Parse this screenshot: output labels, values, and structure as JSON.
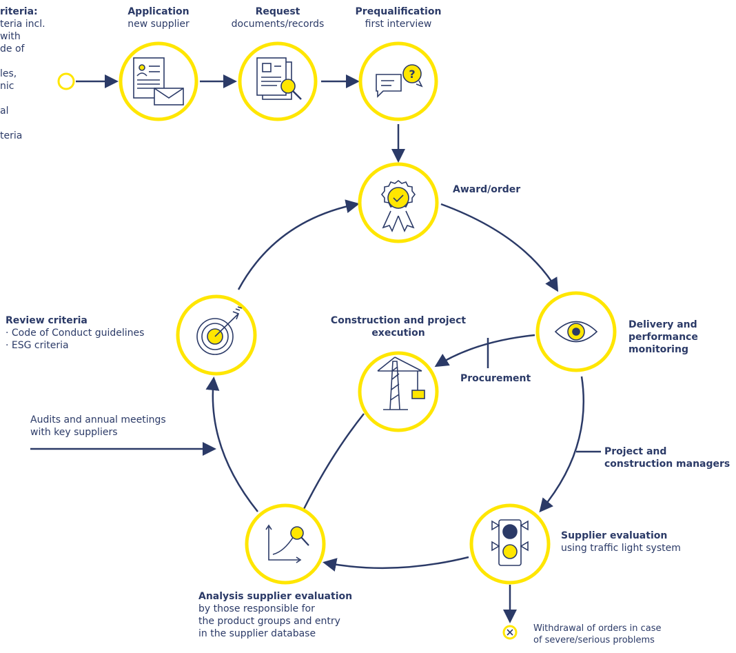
{
  "top": {
    "criteria_title": "riteria:",
    "criteria_lines": [
      "teria incl.",
      "with",
      "de of",
      "les,",
      "nic",
      "al",
      "teria"
    ],
    "application": {
      "title": "Application",
      "sub": "new supplier"
    },
    "request": {
      "title": "Request",
      "sub": "documents/records"
    },
    "prequalification": {
      "title": "Prequalification",
      "sub": "first interview"
    }
  },
  "cycle": {
    "award": "Award/order",
    "delivery": [
      "Delivery and",
      "performance",
      "monitoring"
    ],
    "construction": [
      "Construction and project",
      "execution"
    ],
    "procurement": "Procurement",
    "project_managers": [
      "Project and",
      "construction managers"
    ],
    "supplier_eval": {
      "title": "Supplier evaluation",
      "sub": "using traffic light system"
    },
    "withdrawal": [
      "Withdrawal of orders in case",
      "of severe/serious problems"
    ],
    "analysis": {
      "title": "Analysis supplier evaluation",
      "lines": [
        "by those responsible for",
        "the product groups and entry",
        "in the supplier database"
      ]
    },
    "audits": [
      "Audits and annual meetings",
      "with key suppliers"
    ],
    "review": {
      "title": "Review criteria",
      "items": [
        "· Code of Conduct guidelines",
        "· ESG criteria"
      ]
    }
  },
  "colors": {
    "navy": "#2b3a67",
    "yellow": "#ffe600"
  }
}
